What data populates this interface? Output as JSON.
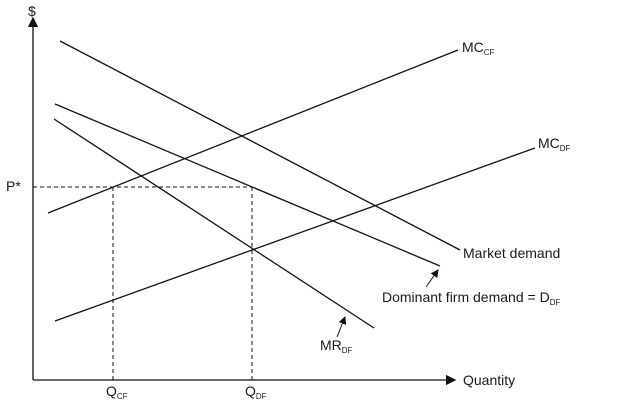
{
  "axes": {
    "y_label": "$",
    "x_label": "Quantity"
  },
  "price": {
    "label": "P*"
  },
  "quantities": {
    "q_cf": {
      "main": "Q",
      "sub": "CF"
    },
    "q_df": {
      "main": "Q",
      "sub": "DF"
    }
  },
  "curves": {
    "mc_cf": {
      "main": "MC",
      "sub": "CF"
    },
    "mc_df": {
      "main": "MC",
      "sub": "DF"
    },
    "market_demand": {
      "text": "Market demand"
    },
    "dominant_demand": {
      "text": "Dominant firm demand = D",
      "sub": "DF"
    },
    "mr_df": {
      "main": "MR",
      "sub": "DF"
    }
  }
}
